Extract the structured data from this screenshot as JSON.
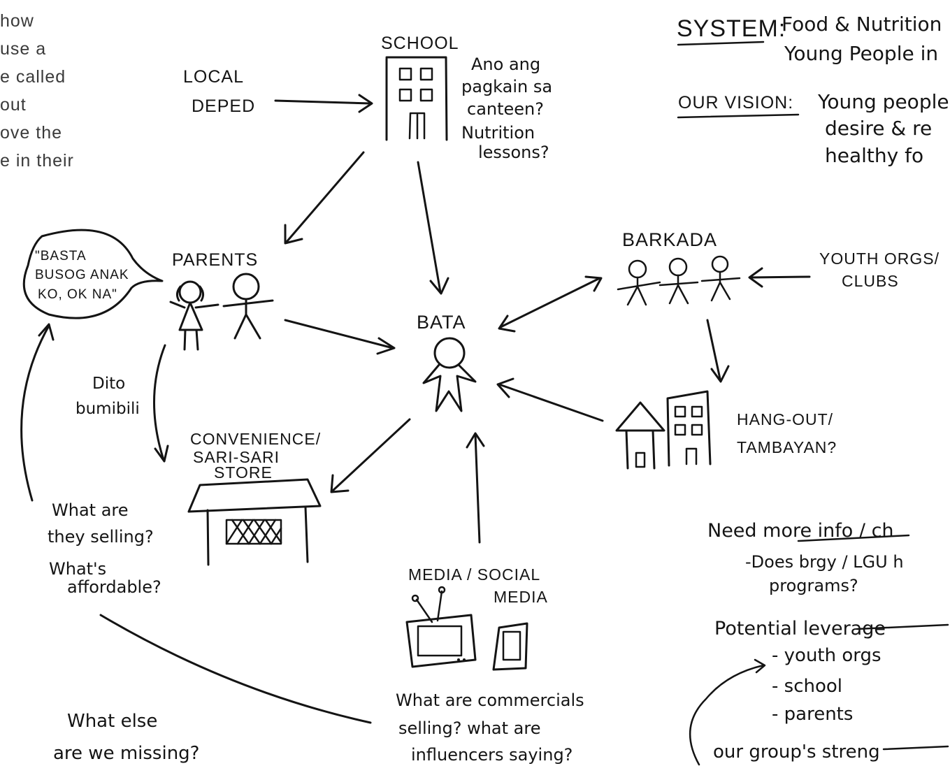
{
  "intro_fragments": [
    "how",
    "use a",
    "e called",
    "out",
    "ove the",
    "e in their"
  ],
  "system": {
    "label": "SYSTEM:",
    "text_line1": "Food & Nutrition",
    "text_line2": "Young People in"
  },
  "vision": {
    "label": "OUR VISION:",
    "line1": "Young people",
    "line2": "desire & re",
    "line3": "healthy fo"
  },
  "nodes": {
    "school": "SCHOOL",
    "local_deped_line1": "LOCAL",
    "local_deped_line2": "DEPED",
    "parents": "PARENTS",
    "bata": "BATA",
    "barkada": "BARKADA",
    "youth_orgs_line1": "YOUTH ORGS/",
    "youth_orgs_line2": "CLUBS",
    "hangout_line1": "HANG-OUT/",
    "hangout_line2": "TAMBAYAN?",
    "store_line1": "CONVENIENCE/",
    "store_line2": "SARI-SARI",
    "store_line3": "STORE",
    "media_line1": "MEDIA / SOCIAL",
    "media_line2": "MEDIA"
  },
  "notes": {
    "school_q": [
      "Ano ang",
      "pagkain sa",
      "canteen?",
      "Nutrition",
      "lessons?"
    ],
    "parents_quote": [
      "\"BASTA",
      "BUSOG ANAK",
      "KO, OK NA\""
    ],
    "dito_bumibili": [
      "Dito",
      "bumibili"
    ],
    "store_q": [
      "What are",
      "they selling?",
      "What's",
      "affordable?"
    ],
    "media_q": [
      "What are commercials",
      "selling? what are",
      "influencers saying?"
    ],
    "missing_q": [
      "What else",
      "are we missing?"
    ]
  },
  "sidebar": {
    "need_info": "Need more info / ch",
    "need_info_sub1": "-Does brgy / LGU h",
    "need_info_sub2": "programs?",
    "leverage": "Potential leverage",
    "leverage_items": [
      "- youth orgs",
      "- school",
      "- parents"
    ],
    "strengths": "our group's streng"
  },
  "colors": {
    "ink": "#141414",
    "paper": "#ffffff",
    "intro_text": "#3a3a3a"
  }
}
